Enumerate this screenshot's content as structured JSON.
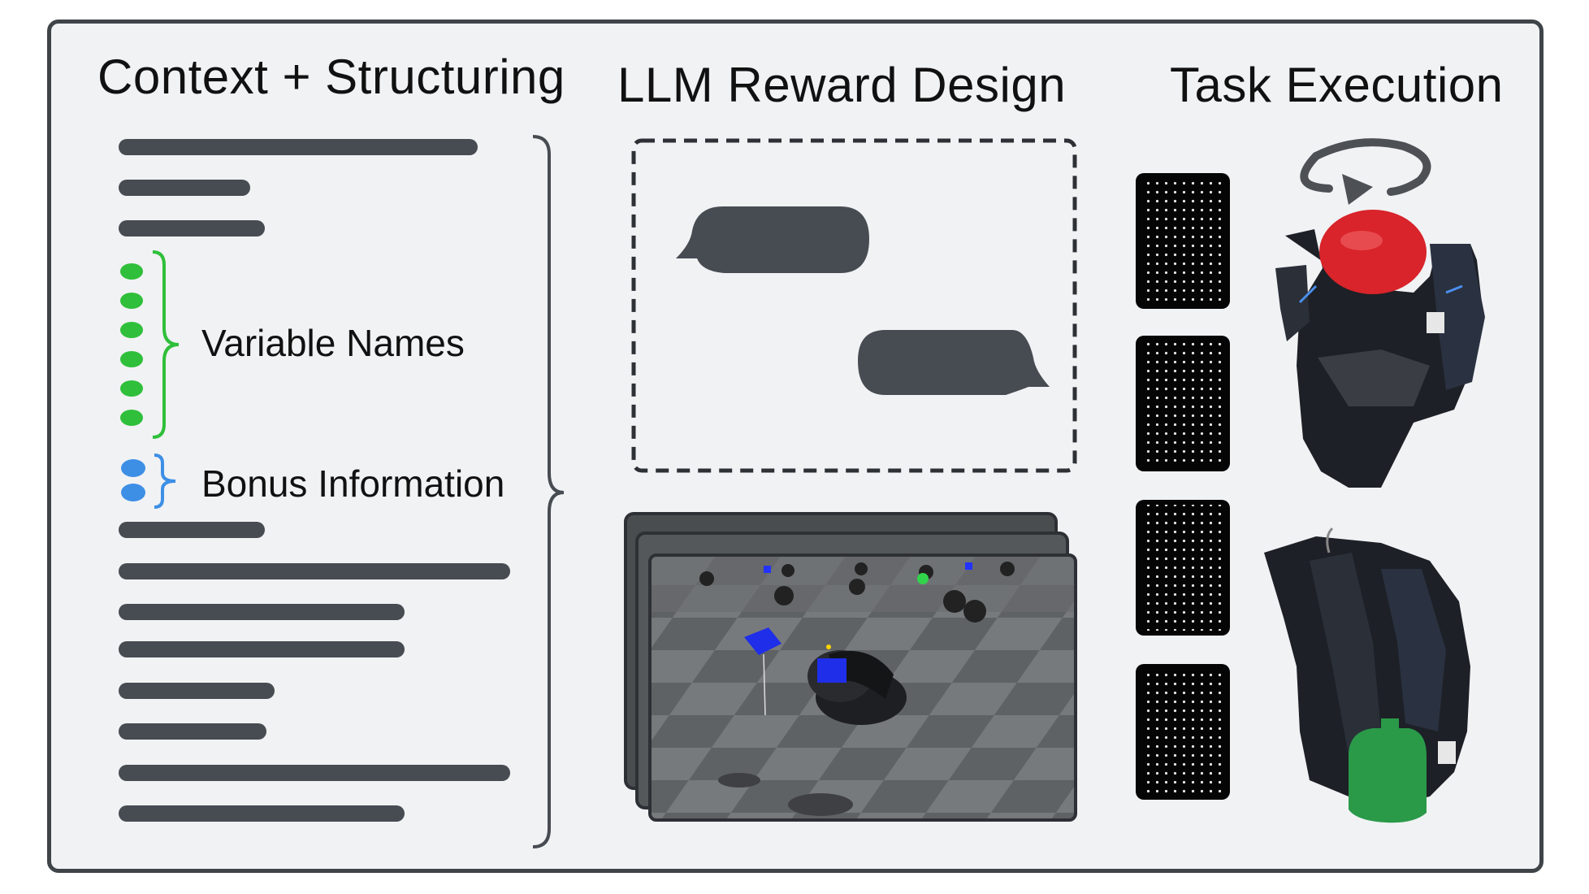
{
  "sections": {
    "context_title": "Context + Structuring",
    "reward_title": "LLM Reward Design",
    "execution_title": "Task Execution"
  },
  "context_panel": {
    "variable_label": "Variable Names",
    "bonus_label": "Bonus Information"
  },
  "colors": {
    "frame_border": "#3f4449",
    "background": "#f1f2f4",
    "text_line": "#474c52",
    "variable_green": "#2fbf3a",
    "bonus_blue": "#3d8fe6",
    "cube_red": "#d8242a",
    "bottle_green": "#2a9a49",
    "floor_grey": "#6f7174"
  },
  "icons": [
    "brace-icon",
    "chat-bubble-icon",
    "rotate-arrow-icon",
    "tactile-sensor-icon",
    "robot-hand-icon",
    "simulation-icon"
  ]
}
